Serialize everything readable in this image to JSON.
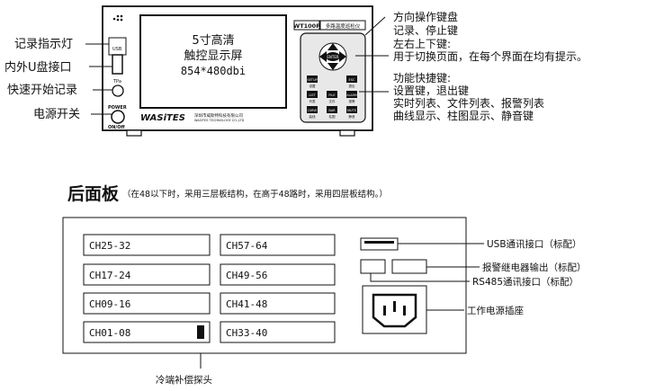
{
  "front": {
    "model": "WT100P",
    "model_sub": "多路温度巡检仪",
    "brand": "WASiTES",
    "brand_sub": "深圳市威斯特科技有限公司",
    "brand_sub_en": "WASITES TECHNOLOGY CO.,LTD",
    "usb_label": "USB",
    "tpa_label": "TPa",
    "power_label": "POWER",
    "switch_label": "ON/Off",
    "screen_lines": [
      "5寸高清",
      "触控显示屏",
      "854*480dbi"
    ],
    "dpad_center": "ENTER",
    "keys": [
      {
        "label": "SETUP",
        "sub": "设置"
      },
      {
        "label": "ESC",
        "sub": "退出"
      },
      {
        "label": "LIST",
        "sub": "列表"
      },
      {
        "label": "FILE",
        "sub": "文件"
      },
      {
        "label": "ALARM",
        "sub": "报警"
      },
      {
        "label": "CURVE",
        "sub": "曲线"
      },
      {
        "label": "BAR",
        "sub": "柱图"
      },
      {
        "label": "MUTE",
        "sub": "静音"
      }
    ]
  },
  "front_callouts": {
    "left": [
      "记录指示灯",
      "内外U盘接口",
      "快速开始记录",
      "电源开关"
    ],
    "right": [
      "方向操作键盘",
      "记录、停止键",
      "左右上下键:",
      "用于切换页面，在每个界面在均有提示。",
      "功能快捷键:",
      "设置键，退出键",
      "实时列表、文件列表、报警列表",
      "曲线显示、柱图显示、静音键"
    ]
  },
  "rear": {
    "title": "后面板",
    "note": "（在48以下时，采用三层板结构，在高于48路时，采用四层板结构。）",
    "channels_left": [
      "CH25-32",
      "CH17-24",
      "CH09-16",
      "CH01-08"
    ],
    "channels_right": [
      "CH57-64",
      "CH49-56",
      "CH41-48",
      "CH33-40"
    ],
    "callouts": [
      "USB通讯接口（标配）",
      "报警继电器输出（标配）",
      "RS485通讯接口（标配）",
      "工作电源插座"
    ],
    "cold_junction": "冷端补偿探头"
  }
}
